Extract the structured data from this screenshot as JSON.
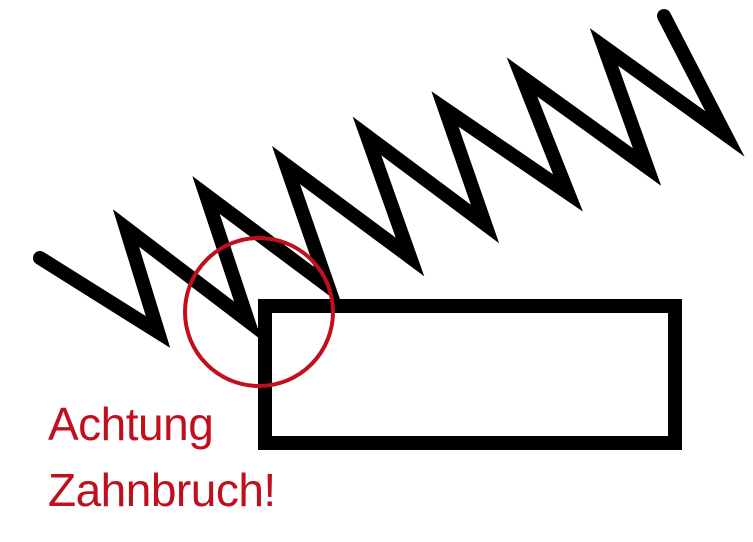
{
  "warning": {
    "line1": "Achtung",
    "line2": "Zahnbruch!"
  },
  "colors": {
    "stroke": "#000000",
    "highlight": "#c0101e",
    "text": "#c0101e",
    "background": "#ffffff"
  },
  "elements": {
    "rack": "zigzag-tooth-rack",
    "block": "rectangular-block",
    "marker": "highlight-circle"
  }
}
